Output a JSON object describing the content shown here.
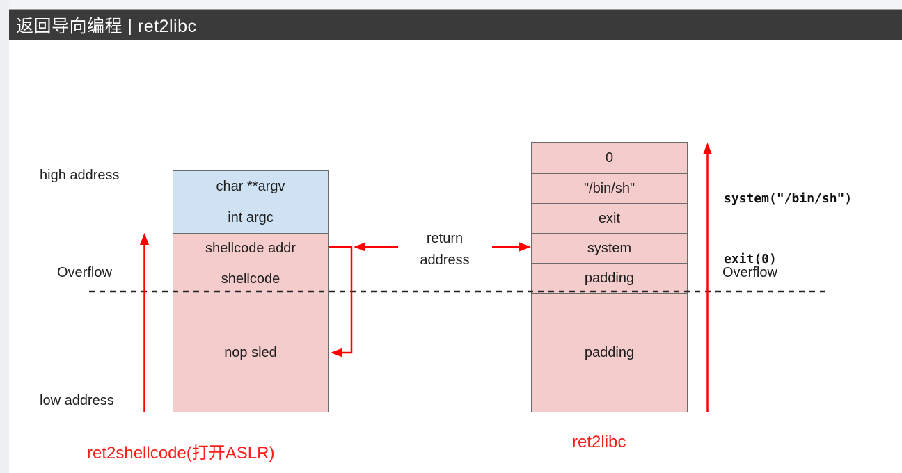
{
  "header": {
    "title": "返回导向编程 | ret2libc"
  },
  "colors": {
    "accent_red": "#fe0000",
    "caption_red": "#fa1e1a",
    "cell_blue": "#cfe2f3",
    "cell_pink": "#f4cccc",
    "cell_border": "#6b6b6b",
    "header_bg": "#3a3a3a"
  },
  "diagram": {
    "left_stack": {
      "cells": [
        {
          "label": "char **argv"
        },
        {
          "label": "int argc"
        },
        {
          "label": "shellcode addr"
        },
        {
          "label": "shellcode"
        },
        {
          "label": "nop sled"
        }
      ],
      "caption": "ret2shellcode(打开ASLR)"
    },
    "right_stack": {
      "cells": [
        {
          "label": "0"
        },
        {
          "label": "\"/bin/sh\""
        },
        {
          "label": "exit"
        },
        {
          "label": "system"
        },
        {
          "label": "padding"
        },
        {
          "label": "padding"
        }
      ],
      "caption": "ret2libc"
    },
    "labels": {
      "high_address": "high address",
      "low_address": "low address",
      "overflow_left": "Overflow",
      "overflow_right": "Overflow",
      "return_line1": "return",
      "return_line2": "address"
    },
    "code": {
      "line1": "system(\"/bin/sh\")",
      "line2": "exit(0)"
    }
  }
}
